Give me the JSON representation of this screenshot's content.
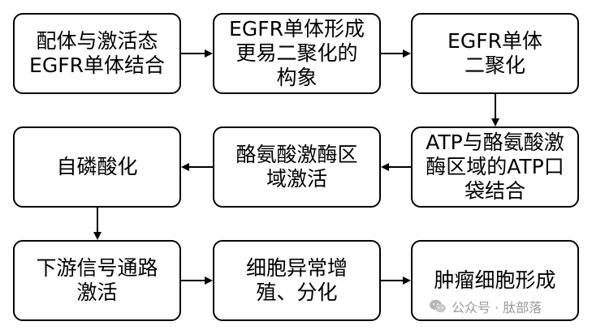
{
  "nodes": {
    "n1": {
      "lines": [
        "配体与激活态",
        "EGFR单体结合"
      ]
    },
    "n2": {
      "lines": [
        "EGFR单体形成",
        "更易二聚化的",
        "构象"
      ]
    },
    "n3": {
      "lines": [
        "EGFR单体",
        "二聚化"
      ]
    },
    "n4": {
      "lines": [
        "ATP与酪氨酸激",
        "酶区域的ATP口",
        "袋结合"
      ]
    },
    "n5": {
      "lines": [
        "酪氨酸激酶区",
        "域激活"
      ]
    },
    "n6": {
      "lines": [
        "自磷酸化"
      ]
    },
    "n7": {
      "lines": [
        "下游信号通路",
        "激活"
      ]
    },
    "n8": {
      "lines": [
        "细胞异常增",
        "殖、分化"
      ]
    },
    "n9": {
      "lines": [
        "肿瘤细胞形成"
      ]
    }
  },
  "watermark": {
    "text": "公众号 · 肽部落",
    "icon": "wechat-icon"
  }
}
